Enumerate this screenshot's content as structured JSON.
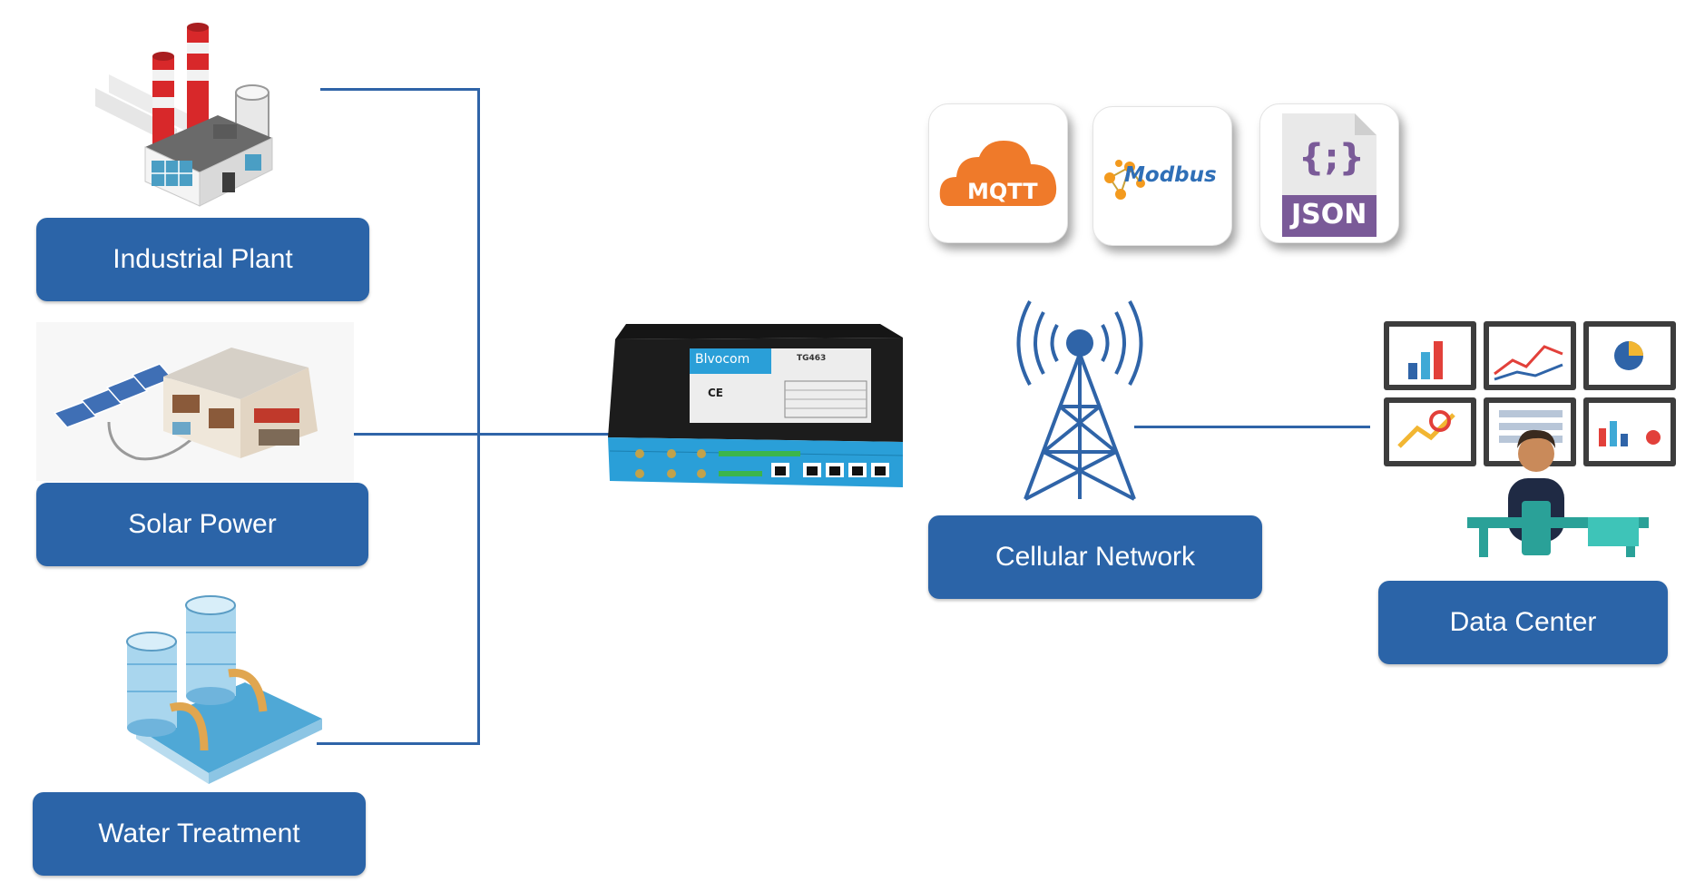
{
  "nodes": {
    "industrial_plant": "Industrial Plant",
    "solar_power": "Solar Power",
    "water_treatment": "Water Treatment",
    "cellular_network": "Cellular Network",
    "data_center": "Data Center"
  },
  "protocols": {
    "mqtt": "MQTT",
    "modbus": "Modbus",
    "json_braces": "{;}",
    "json": "JSON"
  },
  "router": {
    "brand": "Blvocom",
    "model": "TG463",
    "ce_mark": "CE"
  },
  "colors": {
    "label_fill": "#2b64a8",
    "connector": "#2f64a8",
    "mqtt_orange": "#ef7a2a",
    "json_purple": "#7a5a98",
    "router_cyan": "#2a9fd8"
  },
  "icons": {
    "factory": "factory-icon",
    "solar_house": "solar-house-icon",
    "water_tanks": "water-tanks-icon",
    "router": "industrial-router-icon",
    "tower": "cell-tower-icon",
    "operator": "monitoring-operator-icon"
  }
}
